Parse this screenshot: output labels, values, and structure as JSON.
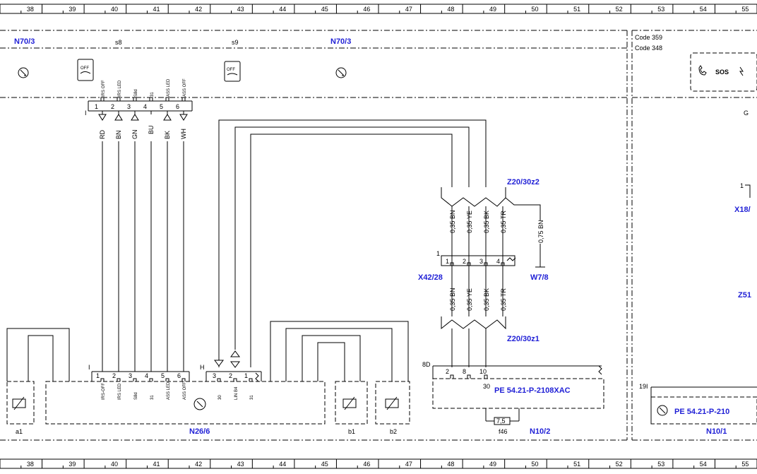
{
  "grid": {
    "columns": [
      "38",
      "39",
      "40",
      "41",
      "42",
      "43",
      "44",
      "45",
      "46",
      "47",
      "48",
      "49",
      "50",
      "51",
      "52",
      "53",
      "54",
      "55"
    ]
  },
  "top_modules": {
    "left": "N70/3",
    "mid": "N70/3",
    "s8": "s8",
    "s9": "s9"
  },
  "codes": [
    "Code 359",
    "Code 348"
  ],
  "sos": {
    "label": "SOS"
  },
  "top_connector": {
    "side": "I",
    "pins": [
      "1",
      "2",
      "3",
      "4",
      "5",
      "6"
    ],
    "signals": [
      "IRS OFF",
      "IRS LED",
      "S8d",
      "31",
      "ASS LED",
      "ASS OFF"
    ],
    "wires": [
      "RD",
      "BN",
      "GN",
      "BU",
      "BK",
      "WH"
    ]
  },
  "n26": {
    "name": "N26/6",
    "side_i": "I",
    "pins_i": [
      "1",
      "2",
      "3",
      "4",
      "5",
      "6"
    ],
    "signals_i": [
      "IRS-OFF",
      "IRS LED",
      "S8d",
      "31",
      "ASS LED",
      "ASS OFF"
    ],
    "side_h": "H",
    "pins_h": [
      "3",
      "2",
      "1"
    ],
    "signals_h": [
      "30",
      "LIN B4",
      "31"
    ]
  },
  "sensors": [
    "a1",
    "b1",
    "b2"
  ],
  "z20_top": "Z20/30z2",
  "z20_bot": "Z20/30z1",
  "x42": {
    "name": "X42/28",
    "side": "1",
    "pins": [
      "1",
      "2",
      "3",
      "4"
    ]
  },
  "wires_mid": [
    "0,35 BN",
    "0,35 YE",
    "0,35 BK",
    "0,35 TR"
  ],
  "w78": {
    "name": "W7/8",
    "wire": "0,75 BN"
  },
  "n10_2": {
    "name": "N10/2",
    "side": "8D",
    "pins": [
      "2",
      "8",
      "10"
    ],
    "pin30": "30",
    "ref": "PE 54.21-P-2108XAC",
    "fuse_val": "7,5",
    "fuse": "f46"
  },
  "n10_1": {
    "name": "N10/1",
    "side": "19I",
    "ref": "PE 54.21-P-210"
  },
  "right_labels": {
    "g": "G",
    "x18": "X18/",
    "x18_pin": "1",
    "z51": "Z51"
  }
}
